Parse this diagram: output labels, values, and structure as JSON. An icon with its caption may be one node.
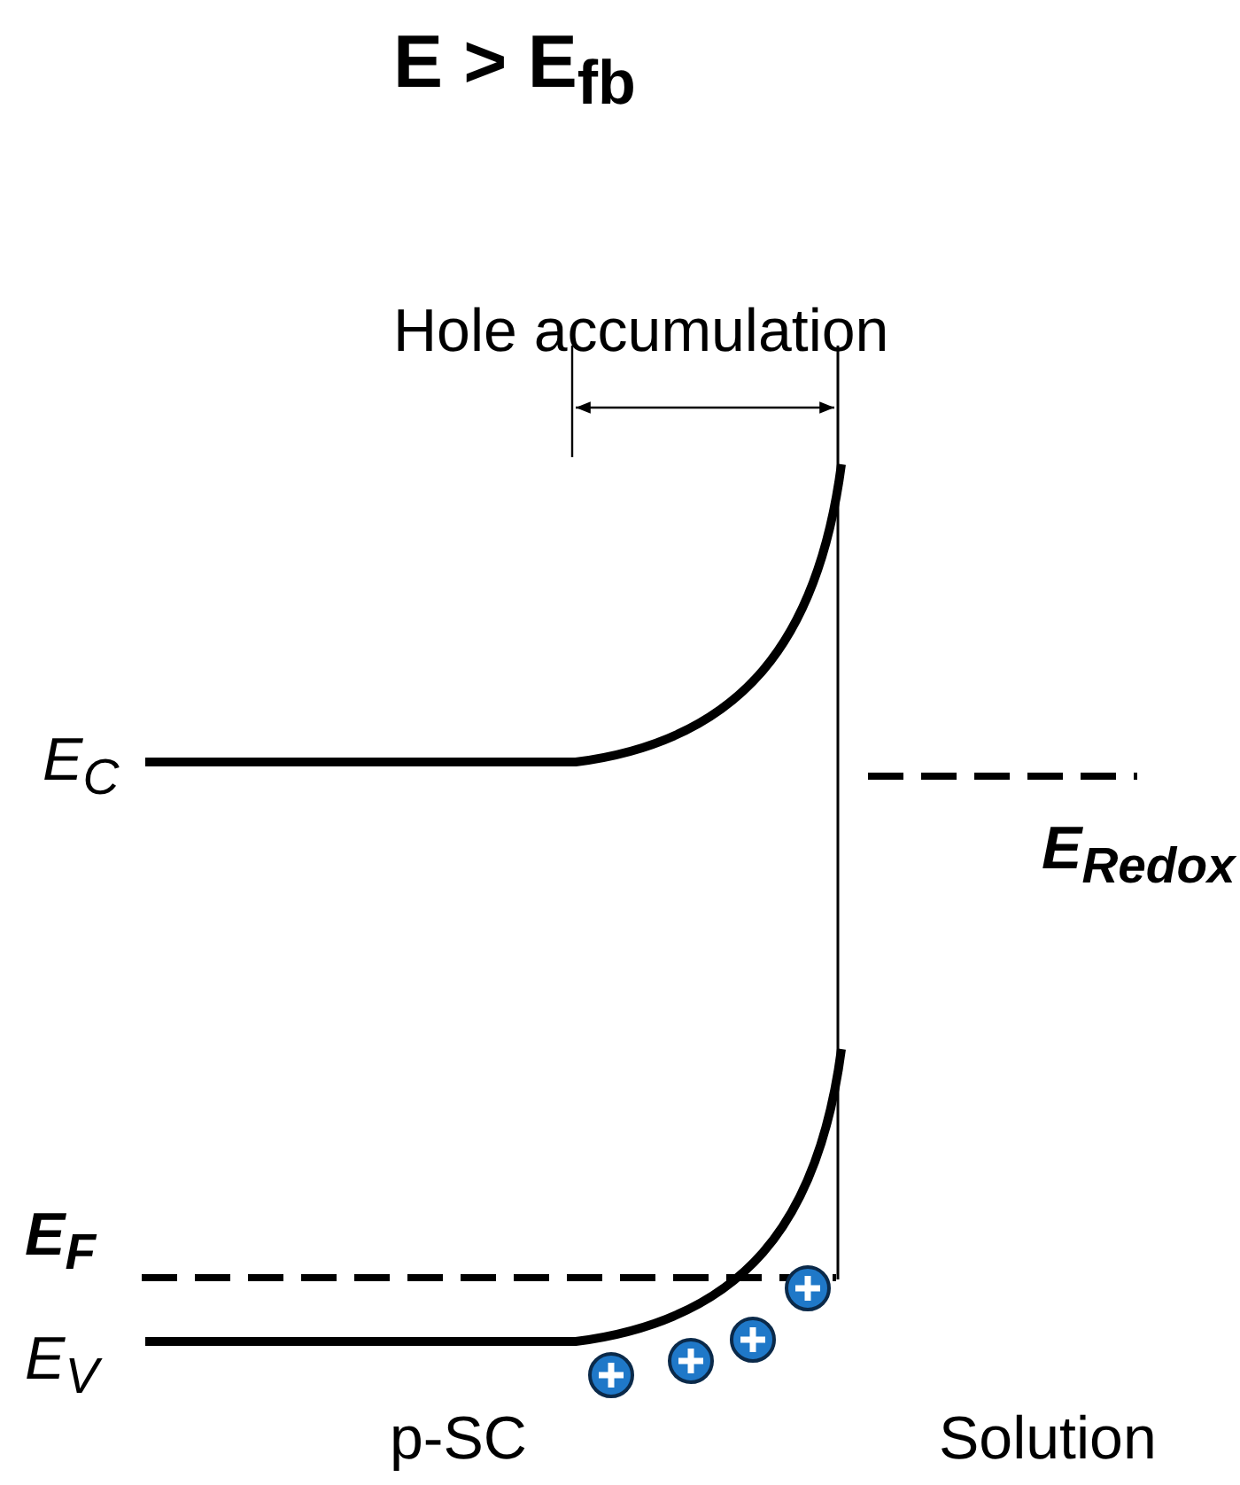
{
  "diagram": {
    "title": "E > E$_{fb}$",
    "labels": [
      "Hole accumulation",
      "E$_{C}$",
      "E$_{Redox}$",
      "E$_{F}$",
      "E$_{V}$",
      "p-SC",
      "Solution"
    ]
  }
}
